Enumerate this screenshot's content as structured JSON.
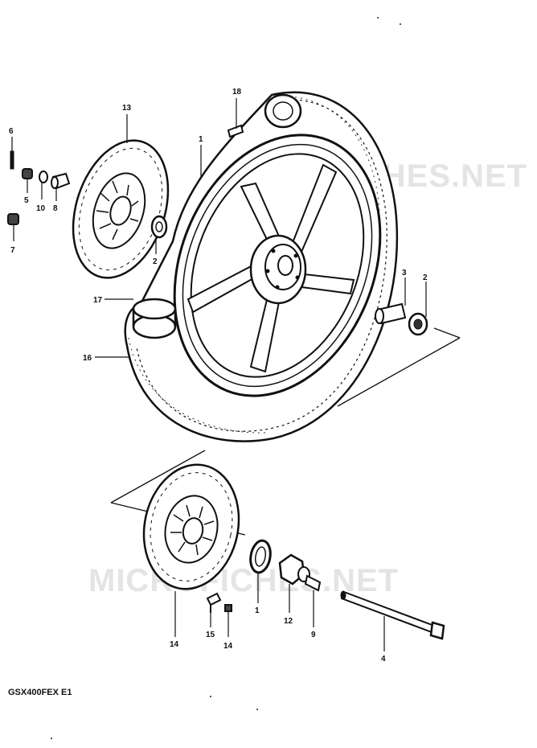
{
  "watermark": {
    "upper": "MICROFICHES.NET",
    "lower": "MICROFICHES.NET"
  },
  "model_label": "GSX400FEX E1",
  "callouts": {
    "c18": "18",
    "c13": "13",
    "c6": "6",
    "c1_top": "1",
    "c5": "5",
    "c10": "10",
    "c8": "8",
    "c7": "7",
    "c2_left": "2",
    "c3": "3",
    "c2_right": "2",
    "c17": "17",
    "c16": "16",
    "c1_bottom": "1",
    "c12": "12",
    "c9": "9",
    "c4": "4",
    "c14_left": "14",
    "c15": "15",
    "c14_right": "14"
  }
}
